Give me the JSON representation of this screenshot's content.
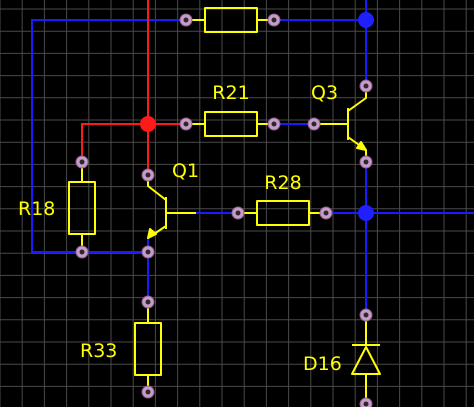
{
  "schematic": {
    "colors": {
      "background": "#000000",
      "grid": "#4a4a4a",
      "wire_blue": "#1a1aff",
      "wire_red": "#ff1a1a",
      "component": "#ffff00",
      "pin": "#c89bc8",
      "junction": "#2020ff"
    },
    "components": [
      {
        "ref": "R18",
        "type": "resistor"
      },
      {
        "ref": "R21",
        "type": "resistor"
      },
      {
        "ref": "R28",
        "type": "resistor"
      },
      {
        "ref": "R33",
        "type": "resistor"
      },
      {
        "ref": "Q1",
        "type": "npn-transistor"
      },
      {
        "ref": "Q3",
        "type": "npn-transistor"
      },
      {
        "ref": "D16",
        "type": "diode"
      }
    ],
    "labels": {
      "r18": "R18",
      "r21": "R21",
      "r28": "R28",
      "r33": "R33",
      "q1": "Q1",
      "q3": "Q3",
      "d16": "D16"
    }
  }
}
